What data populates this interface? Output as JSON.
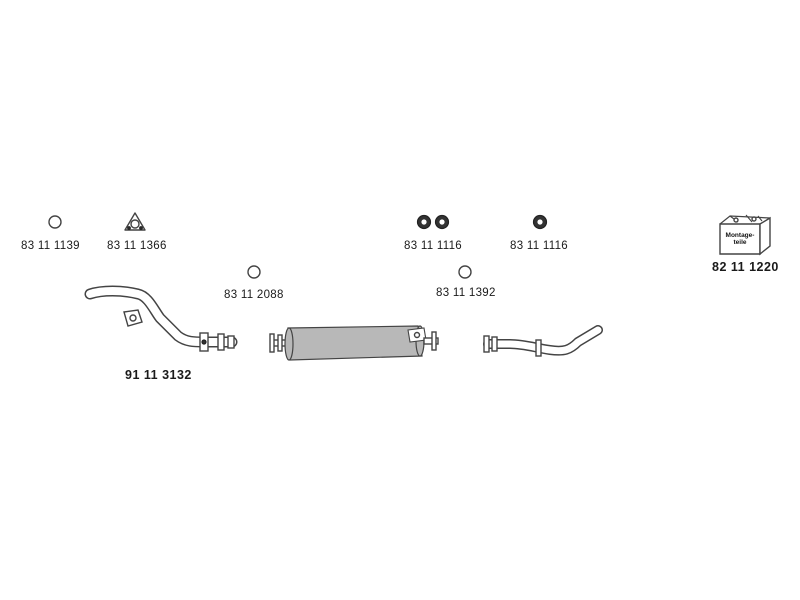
{
  "parts": [
    {
      "id": "ring-1139",
      "number": "83 11 1139",
      "icon": "ring-gasket-icon"
    },
    {
      "id": "triangle-1366",
      "number": "83 11 1366",
      "icon": "triangle-flange-gasket-icon"
    },
    {
      "id": "ring-2088",
      "number": "83 11 2088",
      "icon": "ring-gasket-icon"
    },
    {
      "id": "hanger-pair-1116",
      "number": "83 11 1116",
      "icon": "rubber-hanger-pair-icon"
    },
    {
      "id": "hanger-1116",
      "number": "83 11 1116",
      "icon": "rubber-hanger-icon"
    },
    {
      "id": "ring-1392",
      "number": "83 11 1392",
      "icon": "ring-gasket-icon"
    },
    {
      "id": "mounting-kit-1220",
      "number": "82 11 1220",
      "icon": "mounting-kit-box-icon",
      "box_text_line1": "Montage-",
      "box_text_line2": "teile"
    },
    {
      "id": "front-pipe-3132",
      "number": "91 11 3132",
      "icon": "front-exhaust-pipe-icon"
    },
    {
      "id": "muffler",
      "number": "",
      "icon": "muffler-icon"
    },
    {
      "id": "tail-pipe",
      "number": "",
      "icon": "tail-pipe-icon"
    }
  ]
}
